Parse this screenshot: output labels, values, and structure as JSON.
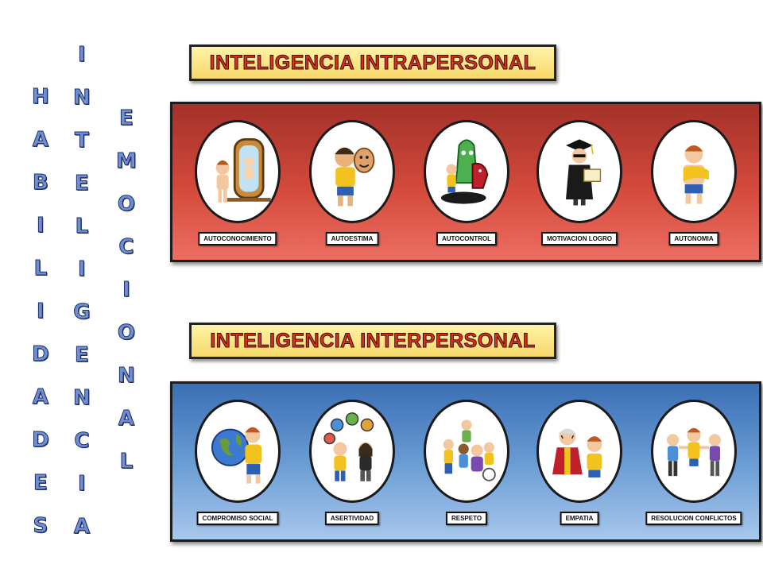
{
  "vertical_words": {
    "habilidades": [
      "H",
      "A",
      "B",
      "I",
      "L",
      "I",
      "D",
      "A",
      "D",
      "E",
      "S"
    ],
    "inteligencia": [
      "I",
      "N",
      "T",
      "E",
      "L",
      "I",
      "G",
      "E",
      "N",
      "C",
      "I",
      "A"
    ],
    "emocional": [
      "E",
      "M",
      "O",
      "C",
      "I",
      "O",
      "N",
      "A",
      "L"
    ]
  },
  "intrapersonal": {
    "title": "INTELIGENCIA INTRAPERSONAL",
    "items": [
      {
        "label": "AUTOCONOCIMIENTO",
        "icon": "mirror-icon"
      },
      {
        "label": "AUTOESTIMA",
        "icon": "mask-icon"
      },
      {
        "label": "AUTOCONTROL",
        "icon": "monster-icon"
      },
      {
        "label": "MOTIVACION LOGRO",
        "icon": "graduate-icon"
      },
      {
        "label": "AUTONOMIA",
        "icon": "dressing-icon"
      }
    ]
  },
  "interpersonal": {
    "title": "INTELIGENCIA INTERPERSONAL",
    "items": [
      {
        "label": "COMPROMISO SOCIAL",
        "icon": "globe-hug-icon"
      },
      {
        "label": "ASERTIVIDAD",
        "icon": "speech-bubbles-icon"
      },
      {
        "label": "RESPETO",
        "icon": "group-icon"
      },
      {
        "label": "EMPATIA",
        "icon": "comfort-icon"
      },
      {
        "label": "RESOLUCION CONFLICTOS",
        "icon": "conflict-icon"
      }
    ]
  },
  "colors": {
    "letters": "#6f8fd0",
    "title_text": "#d8321e",
    "title_bg": "#f7d86a",
    "intra_panel": "#c23f33",
    "inter_panel": "#5b8fd0"
  }
}
